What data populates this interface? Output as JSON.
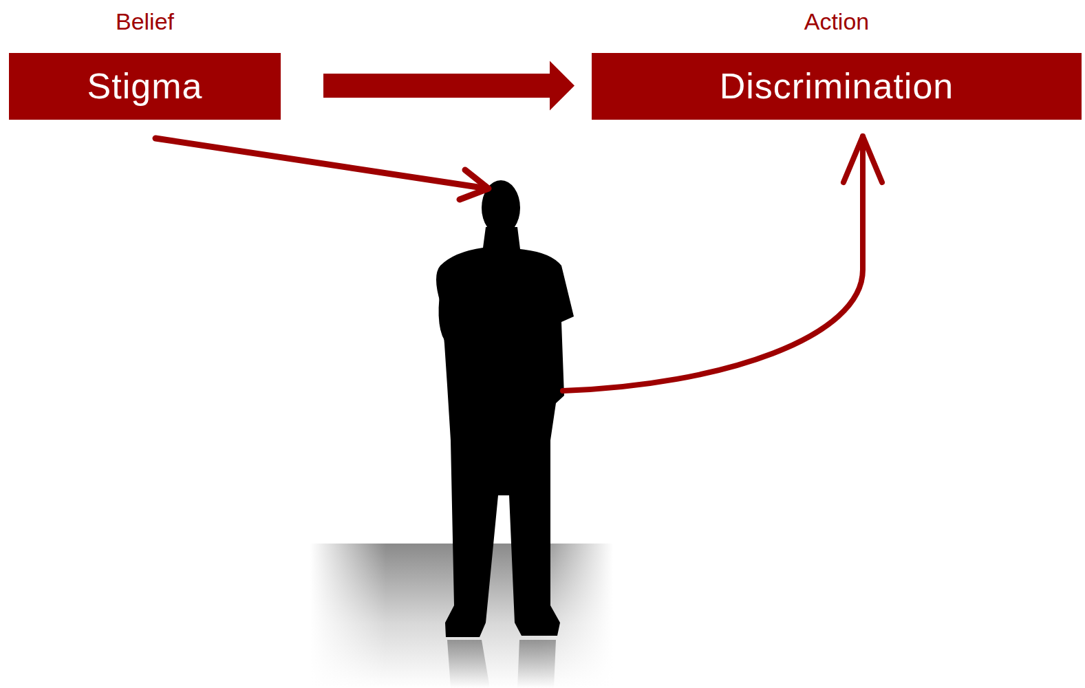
{
  "diagram": {
    "nodes": [
      {
        "text": [
          "Belief",
          "Stigma"
        ]
      },
      {
        "text": [
          "Action",
          "Discrimination"
        ]
      }
    ],
    "edges": [
      {
        "from": 0,
        "to": 1,
        "arrow": "to"
      }
    ]
  }
}
